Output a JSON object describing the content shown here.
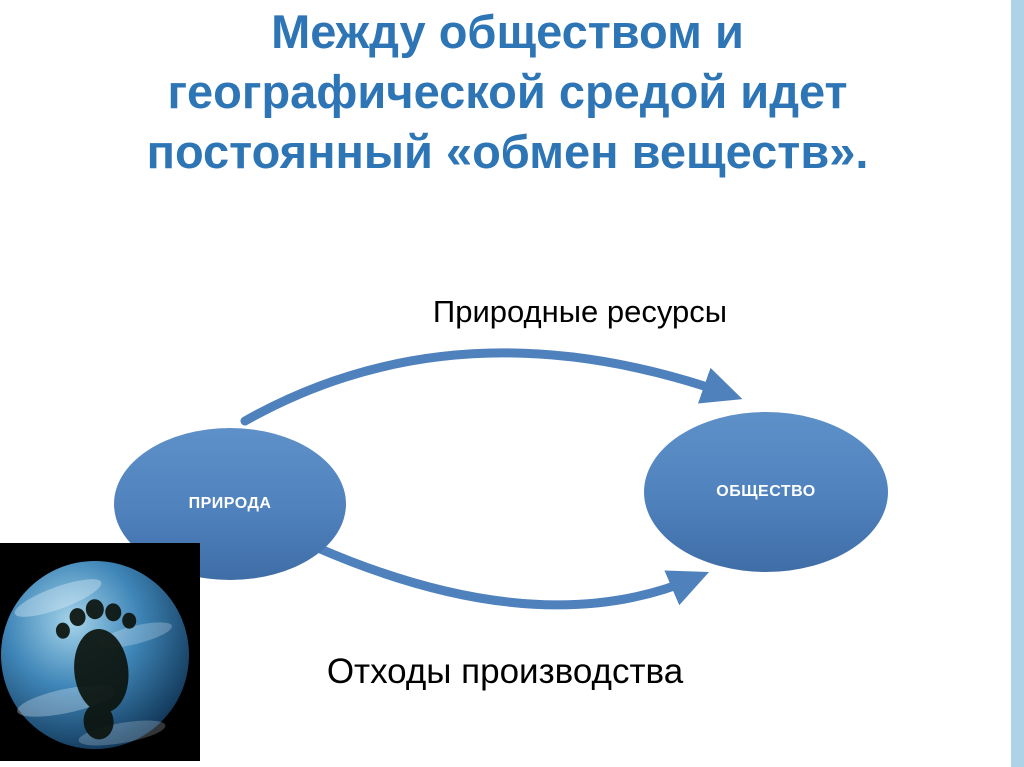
{
  "slide": {
    "title_lines": [
      "Между обществом и",
      "географической средой идет",
      "постоянный «обмен веществ»."
    ],
    "labels": {
      "top_arrow": "Природные ресурсы",
      "bottom_arrow": "Отходы производства"
    },
    "nodes": [
      {
        "id": "nature",
        "label": "ПРИРОДА"
      },
      {
        "id": "society",
        "label": "ОБЩЕСТВО"
      }
    ],
    "icons": [
      {
        "name": "earth-footprint-image"
      },
      {
        "name": "natural-resources-arrow"
      },
      {
        "name": "waste-arrow"
      }
    ],
    "colors": {
      "title": "#2e75b6",
      "node-fill": "#4f81bd",
      "arrow": "#4f81bd",
      "strip": "#aed2e6",
      "label-text": "#000000"
    }
  }
}
